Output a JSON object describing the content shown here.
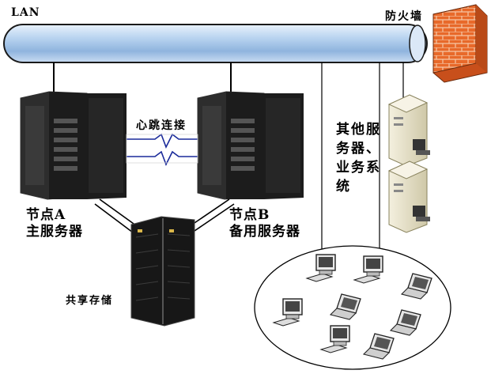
{
  "labels": {
    "lan": "LAN",
    "firewall": "防火墙",
    "heartbeat": "心跳连接",
    "node_a_line1": "节点A",
    "node_a_line2": "主服务器",
    "node_b_line1": "节点B",
    "node_b_line2": "备用服务器",
    "shared_storage": "共享存储",
    "other_servers": "其他服务器、业务系统"
  },
  "colors": {
    "lan_bar": "#a9c8ea",
    "server_body": "#1c1c1c",
    "firewall_brick": "#e8692a",
    "client_ellipse": "#ffffff"
  }
}
